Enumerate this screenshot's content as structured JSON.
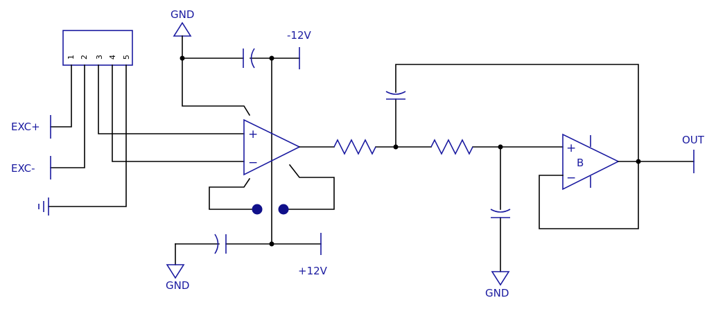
{
  "connector": {
    "pins": [
      "1",
      "2",
      "3",
      "4",
      "5"
    ]
  },
  "labels": {
    "exc_plus": "EXC+",
    "exc_minus": "EXC-",
    "gnd_top": "GND",
    "neg12": "-12V",
    "pos12": "+12V",
    "gnd_bottom_left": "GND",
    "gnd_bottom_mid": "GND",
    "out": "OUT"
  },
  "opamp_a": {
    "plus": "+",
    "minus": "−"
  },
  "opamp_b": {
    "name": "B",
    "plus": "+",
    "minus": "−"
  },
  "colors": {
    "wire": "#000000",
    "component": "#1a1aa0",
    "pad": "#10108a"
  }
}
